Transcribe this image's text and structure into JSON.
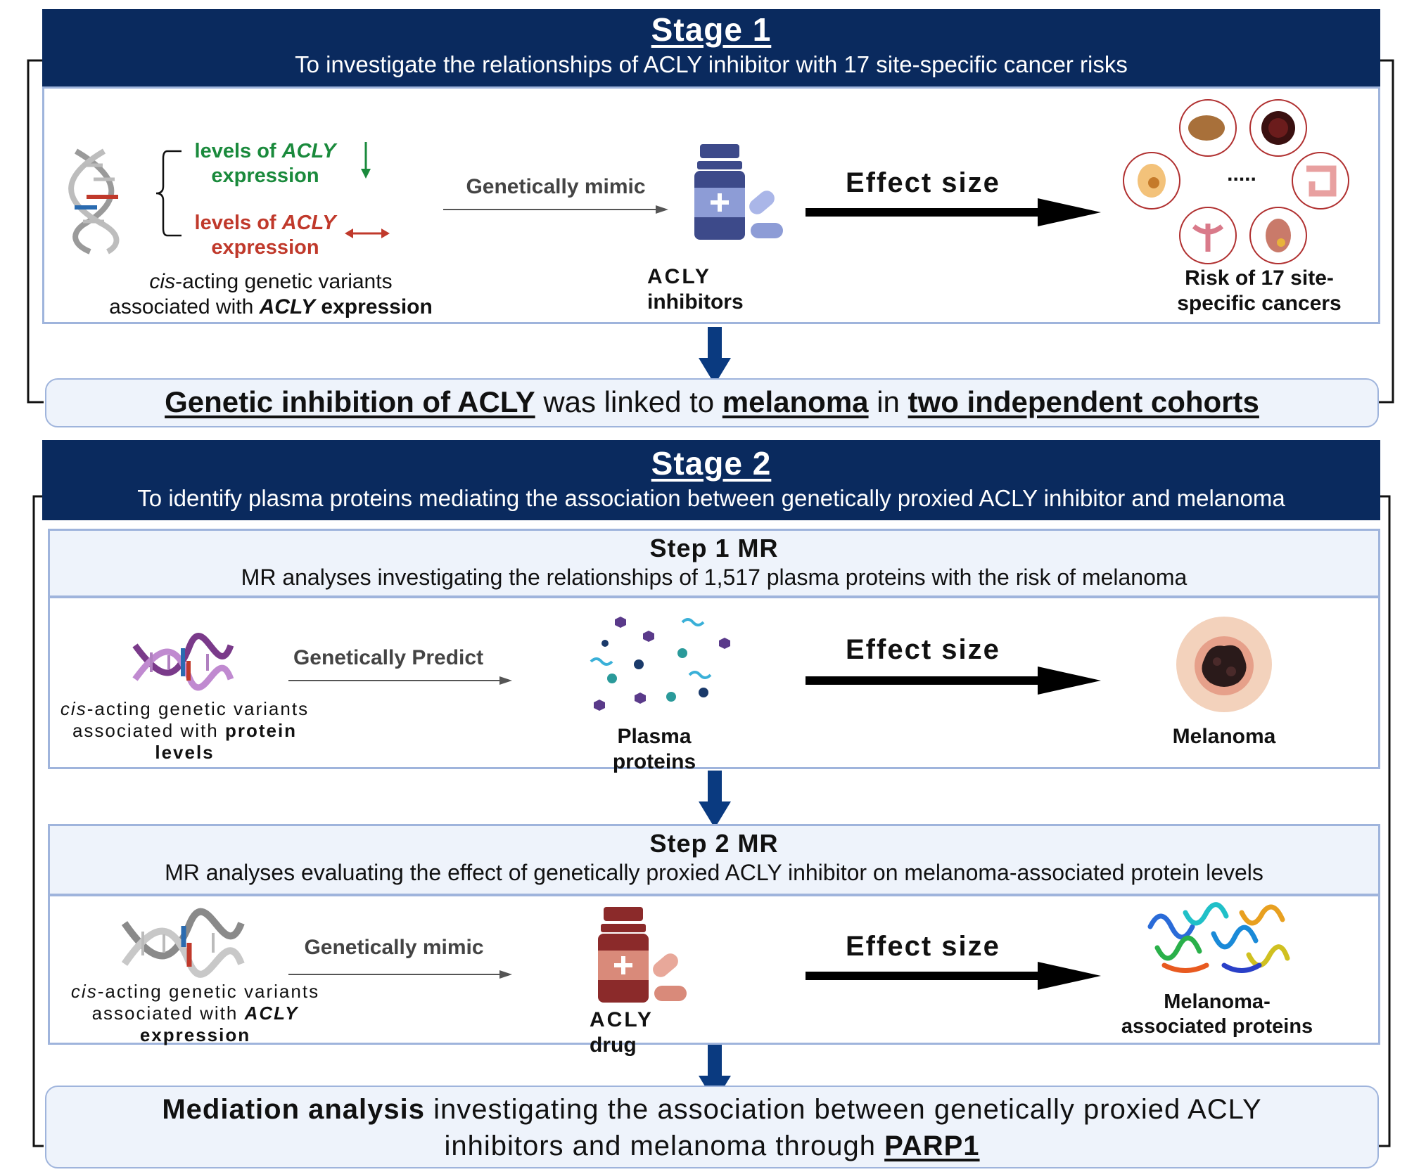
{
  "stage1": {
    "title": "Stage 1",
    "subtitle": "To investigate the relationships of ACLY inhibitor with 17 site-specific cancer risks",
    "level_prefix": "levels of ",
    "gene": "ACLY",
    "expression": "expression",
    "variants_prefix": "cis",
    "variants_line1": "-acting genetic variants",
    "variants_line2_a": "associated with ",
    "variants_gene": "ACLY",
    "variants_line2_b": " expression",
    "mimic_label": "Genetically mimic",
    "drug_label_1": "ACLY",
    "drug_label_2": "inhibitors",
    "effect_label": "Effect size",
    "ellipsis": ".....",
    "outcome_1": "Risk of 17 site-",
    "outcome_2": "specific cancers"
  },
  "result1": {
    "part1": "Genetic inhibition of ACLY",
    "part2": " was linked to ",
    "part3": "melanoma",
    "part4": " in ",
    "part5": "two independent cohorts"
  },
  "stage2": {
    "title": "Stage 2",
    "subtitle": "To identify plasma proteins mediating the association between genetically proxied ACLY inhibitor and melanoma"
  },
  "step1": {
    "title": "Step 1 MR",
    "subtitle": "MR analyses investigating the relationships of 1,517 plasma proteins with the risk of melanoma",
    "variants_prefix": "cis",
    "variants_line1": "-acting genetic variants",
    "variants_line2_a": "associated with ",
    "variants_line2_b": "protein",
    "variants_line3": "levels",
    "predict_label": "Genetically Predict",
    "proteins_1": "Plasma",
    "proteins_2": "proteins",
    "effect_label": "Effect size",
    "outcome": "Melanoma"
  },
  "step2": {
    "title": "Step 2 MR",
    "subtitle": "MR analyses evaluating the effect of genetically proxied ACLY inhibitor on melanoma-associated protein levels",
    "variants_prefix": "cis",
    "variants_line1": "-acting genetic variants",
    "variants_line2_a": "associated with ",
    "variants_gene": "ACLY",
    "variants_line3": "expression",
    "mimic_label": "Genetically mimic",
    "drug_1": "ACLY",
    "drug_2": "drug",
    "effect_label": "Effect size",
    "outcome_1": "Melanoma-",
    "outcome_2": "associated proteins"
  },
  "mediation": {
    "bold": "Mediation analysis",
    "rest1": " investigating the association between genetically proxied ACLY",
    "rest2": "inhibitors and melanoma through ",
    "target": "PARP1"
  },
  "colors": {
    "banner": "#0a2a5e",
    "panel_border": "#9fb4dc",
    "green": "#1a8a3c",
    "red": "#c0392b",
    "drug_blue": "#3d4a8a",
    "drug_red": "#8b2a2a"
  }
}
